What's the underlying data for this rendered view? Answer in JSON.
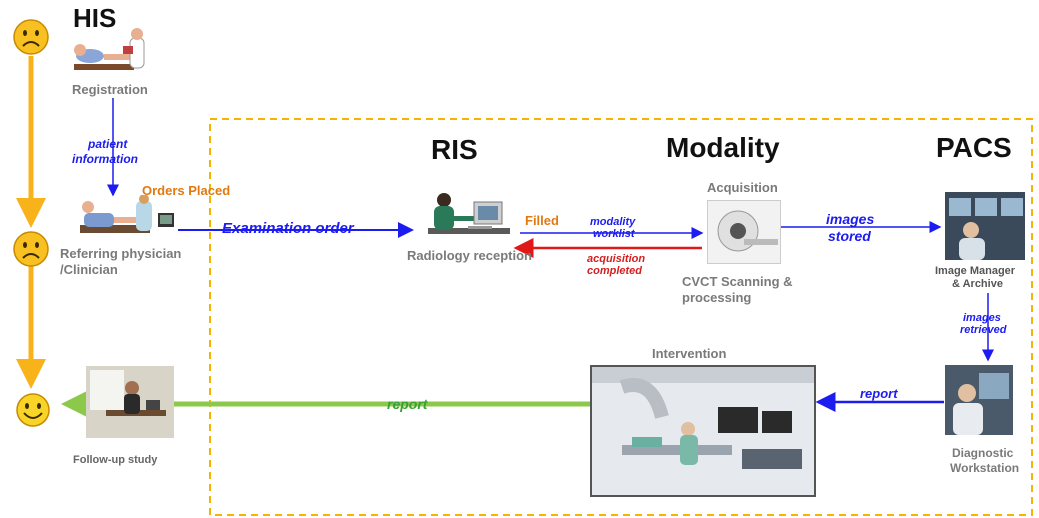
{
  "headers": {
    "his": "HIS",
    "ris": "RIS",
    "modality": "Modality",
    "pacs": "PACS"
  },
  "labels": {
    "registration": "Registration",
    "patient_information_1": "patient",
    "patient_information_2": "information",
    "orders_placed": "Orders Placed",
    "referring_1": "Referring physician",
    "referring_2": "/Clinician",
    "examination_order": "Examination order",
    "radiology_reception": "Radiology reception",
    "filled": "Filled",
    "modality_worklist_1": "modality",
    "modality_worklist_2": "worklist",
    "acq_completed_1": "acquisition",
    "acq_completed_2": "completed",
    "acquisition": "Acquisition",
    "cvct_1": "CVCT Scanning &",
    "cvct_2": "processing",
    "images_stored_1": "images",
    "images_stored_2": "stored",
    "image_manager_1": "Image Manager",
    "image_manager_2": "& Archive",
    "images_retrieved_1": "images",
    "images_retrieved_2": "retrieved",
    "intervention": "Intervention",
    "report_blue": "report",
    "report_green": "report",
    "diagnostic_1": "Diagnostic",
    "diagnostic_2": "Workstation",
    "follow_up": "Follow-up study"
  },
  "colors": {
    "timeline": "#f8b31a",
    "dashed_box": "#f5b400",
    "flow_blue": "#1c1cf0",
    "flow_red": "#e01818",
    "flow_green": "#8cc84a"
  },
  "icons": [
    "sad-face-icon",
    "sad-face-icon",
    "happy-face-icon"
  ]
}
